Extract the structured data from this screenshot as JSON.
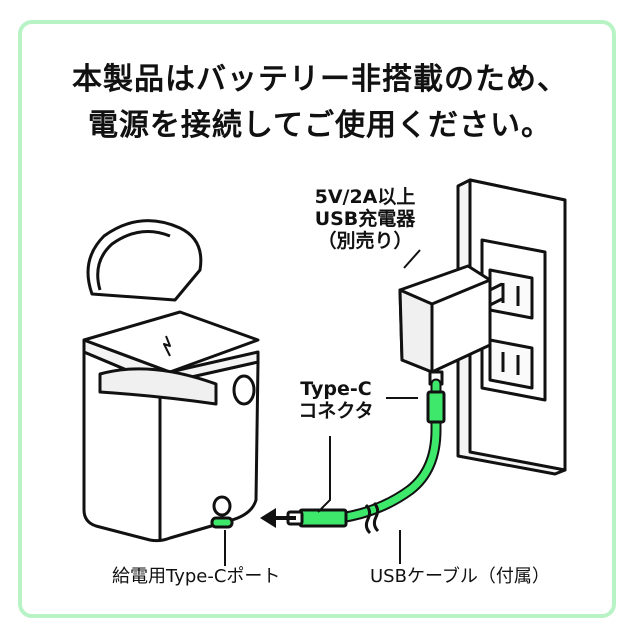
{
  "headline": {
    "line1": "本製品はバッテリー非搭載のため、",
    "line2": "電源を接続してご使用ください。"
  },
  "labels": {
    "charger_line1": "5V/2A以上",
    "charger_line2": "USB充電器",
    "charger_line3": "（別売り）",
    "connector_line1": "Type-C",
    "connector_line2": "コネクタ",
    "port": "給電用Type-Cポート",
    "cable": "USBケーブル（付属）"
  },
  "colors": {
    "frame": "#b7f3c5",
    "cable": "#3de86a",
    "outline": "#111111"
  },
  "icons": {
    "device": "charging-case",
    "charger": "usb-ac-adapter",
    "outlet": "wall-outlet",
    "arrow": "left-arrow"
  }
}
